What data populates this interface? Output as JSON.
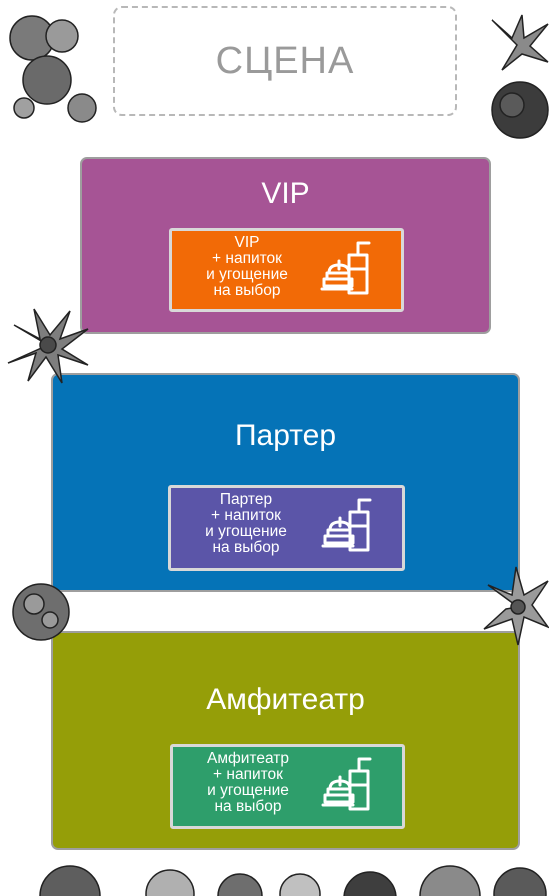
{
  "stage": {
    "label": "СЦЕНА"
  },
  "zones": {
    "vip": {
      "title": "VIP",
      "color": "#a65495",
      "ticket": {
        "line1": "VIP",
        "line2": "+ напиток",
        "line3": "и угощение",
        "line4": "на выбор",
        "color": "#f26a06"
      }
    },
    "parter": {
      "title": "Партер",
      "color": "#0573b7",
      "ticket": {
        "line1": "Партер",
        "line2": "+ напиток",
        "line3": "и угощение",
        "line4": "на выбор",
        "color": "#5b55a8"
      }
    },
    "amphi": {
      "title": "Амфитеатр",
      "color": "#959e08",
      "ticket": {
        "line1": "Амфитеатр",
        "line2": "+ напиток",
        "line3": "и угощение",
        "line4": "на выбор",
        "color": "#2e9e6b"
      }
    }
  },
  "icons": {
    "ticket_icon": "drink-and-food-icon",
    "decor": [
      "plant-icon",
      "plant-icon",
      "plant-icon",
      "plant-icon",
      "plant-icon",
      "tree-icon"
    ]
  }
}
